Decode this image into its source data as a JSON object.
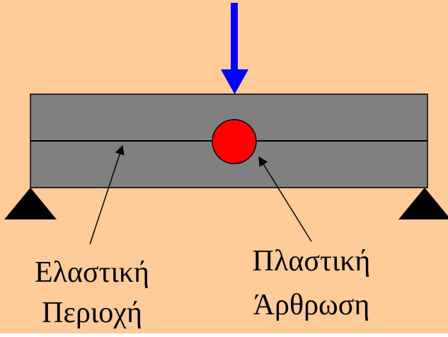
{
  "diagram": {
    "labels": {
      "elastic_line1": "Ελαστική",
      "elastic_line2": "Περιοχή",
      "plastic_line1": "Πλαστική",
      "plastic_line2": "Άρθρωση"
    },
    "colors": {
      "background": "#FFCC99",
      "beam": "#808080",
      "beam_outline": "#000000",
      "hinge": "#FF0000",
      "load_arrow": "#0000FF",
      "supports": "#000000",
      "leader_lines": "#000000",
      "text": "#000000"
    }
  }
}
